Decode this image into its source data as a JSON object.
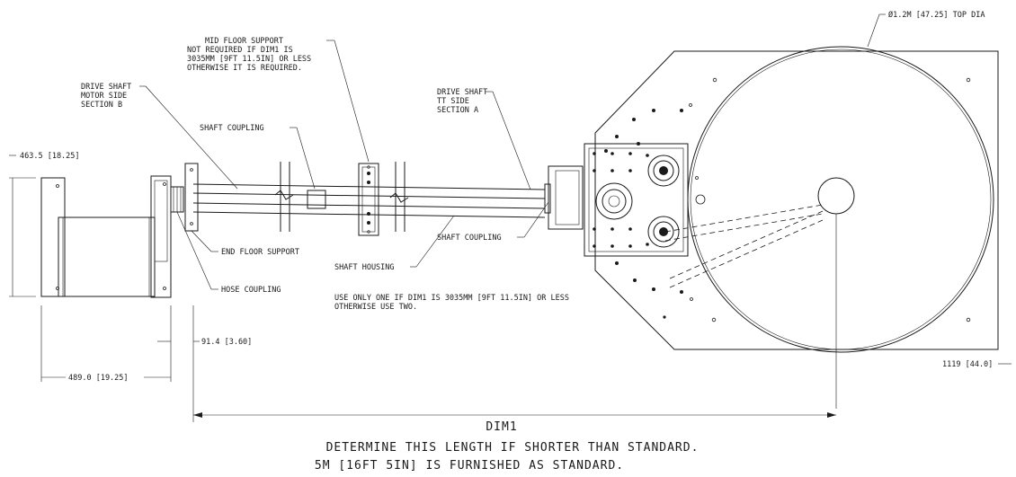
{
  "labels": {
    "top_dia": "Ø1.2M [47.25] TOP DIA",
    "mid_floor_support": [
      "MID FLOOR SUPPORT",
      "NOT REQUIRED IF DIM1 IS",
      "3035MM [9FT 11.5IN] OR LESS",
      "OTHERWISE IT IS REQUIRED."
    ],
    "drive_shaft_motor": [
      "DRIVE SHAFT",
      "MOTOR SIDE",
      "SECTION B"
    ],
    "shaft_coupling_top": "SHAFT COUPLING",
    "drive_shaft_tt": [
      "DRIVE SHAFT",
      "TT SIDE",
      "SECTION A"
    ],
    "end_floor_support": "END FLOOR SUPPORT",
    "hose_coupling": "HOSE COUPLING",
    "shaft_housing": "SHAFT HOUSING",
    "shaft_coupling_right": "SHAFT COUPLING",
    "use_only_one": [
      "USE ONLY ONE IF DIM1 IS 3035MM [9FT 11.5IN] OR LESS",
      "OTHERWISE USE TWO."
    ]
  },
  "dimensions": {
    "height_motor": "463.5 [18.25]",
    "width_motor": "489.0 [19.25]",
    "offset": "91.4 [3.60]",
    "width_turntable": "1119 [44.0]"
  },
  "dim1": {
    "label": "DIM1",
    "note_line1": "DETERMINE THIS LENGTH IF SHORTER THAN STANDARD.",
    "note_line2": "5M [16FT 5IN] IS FURNISHED AS STANDARD."
  }
}
